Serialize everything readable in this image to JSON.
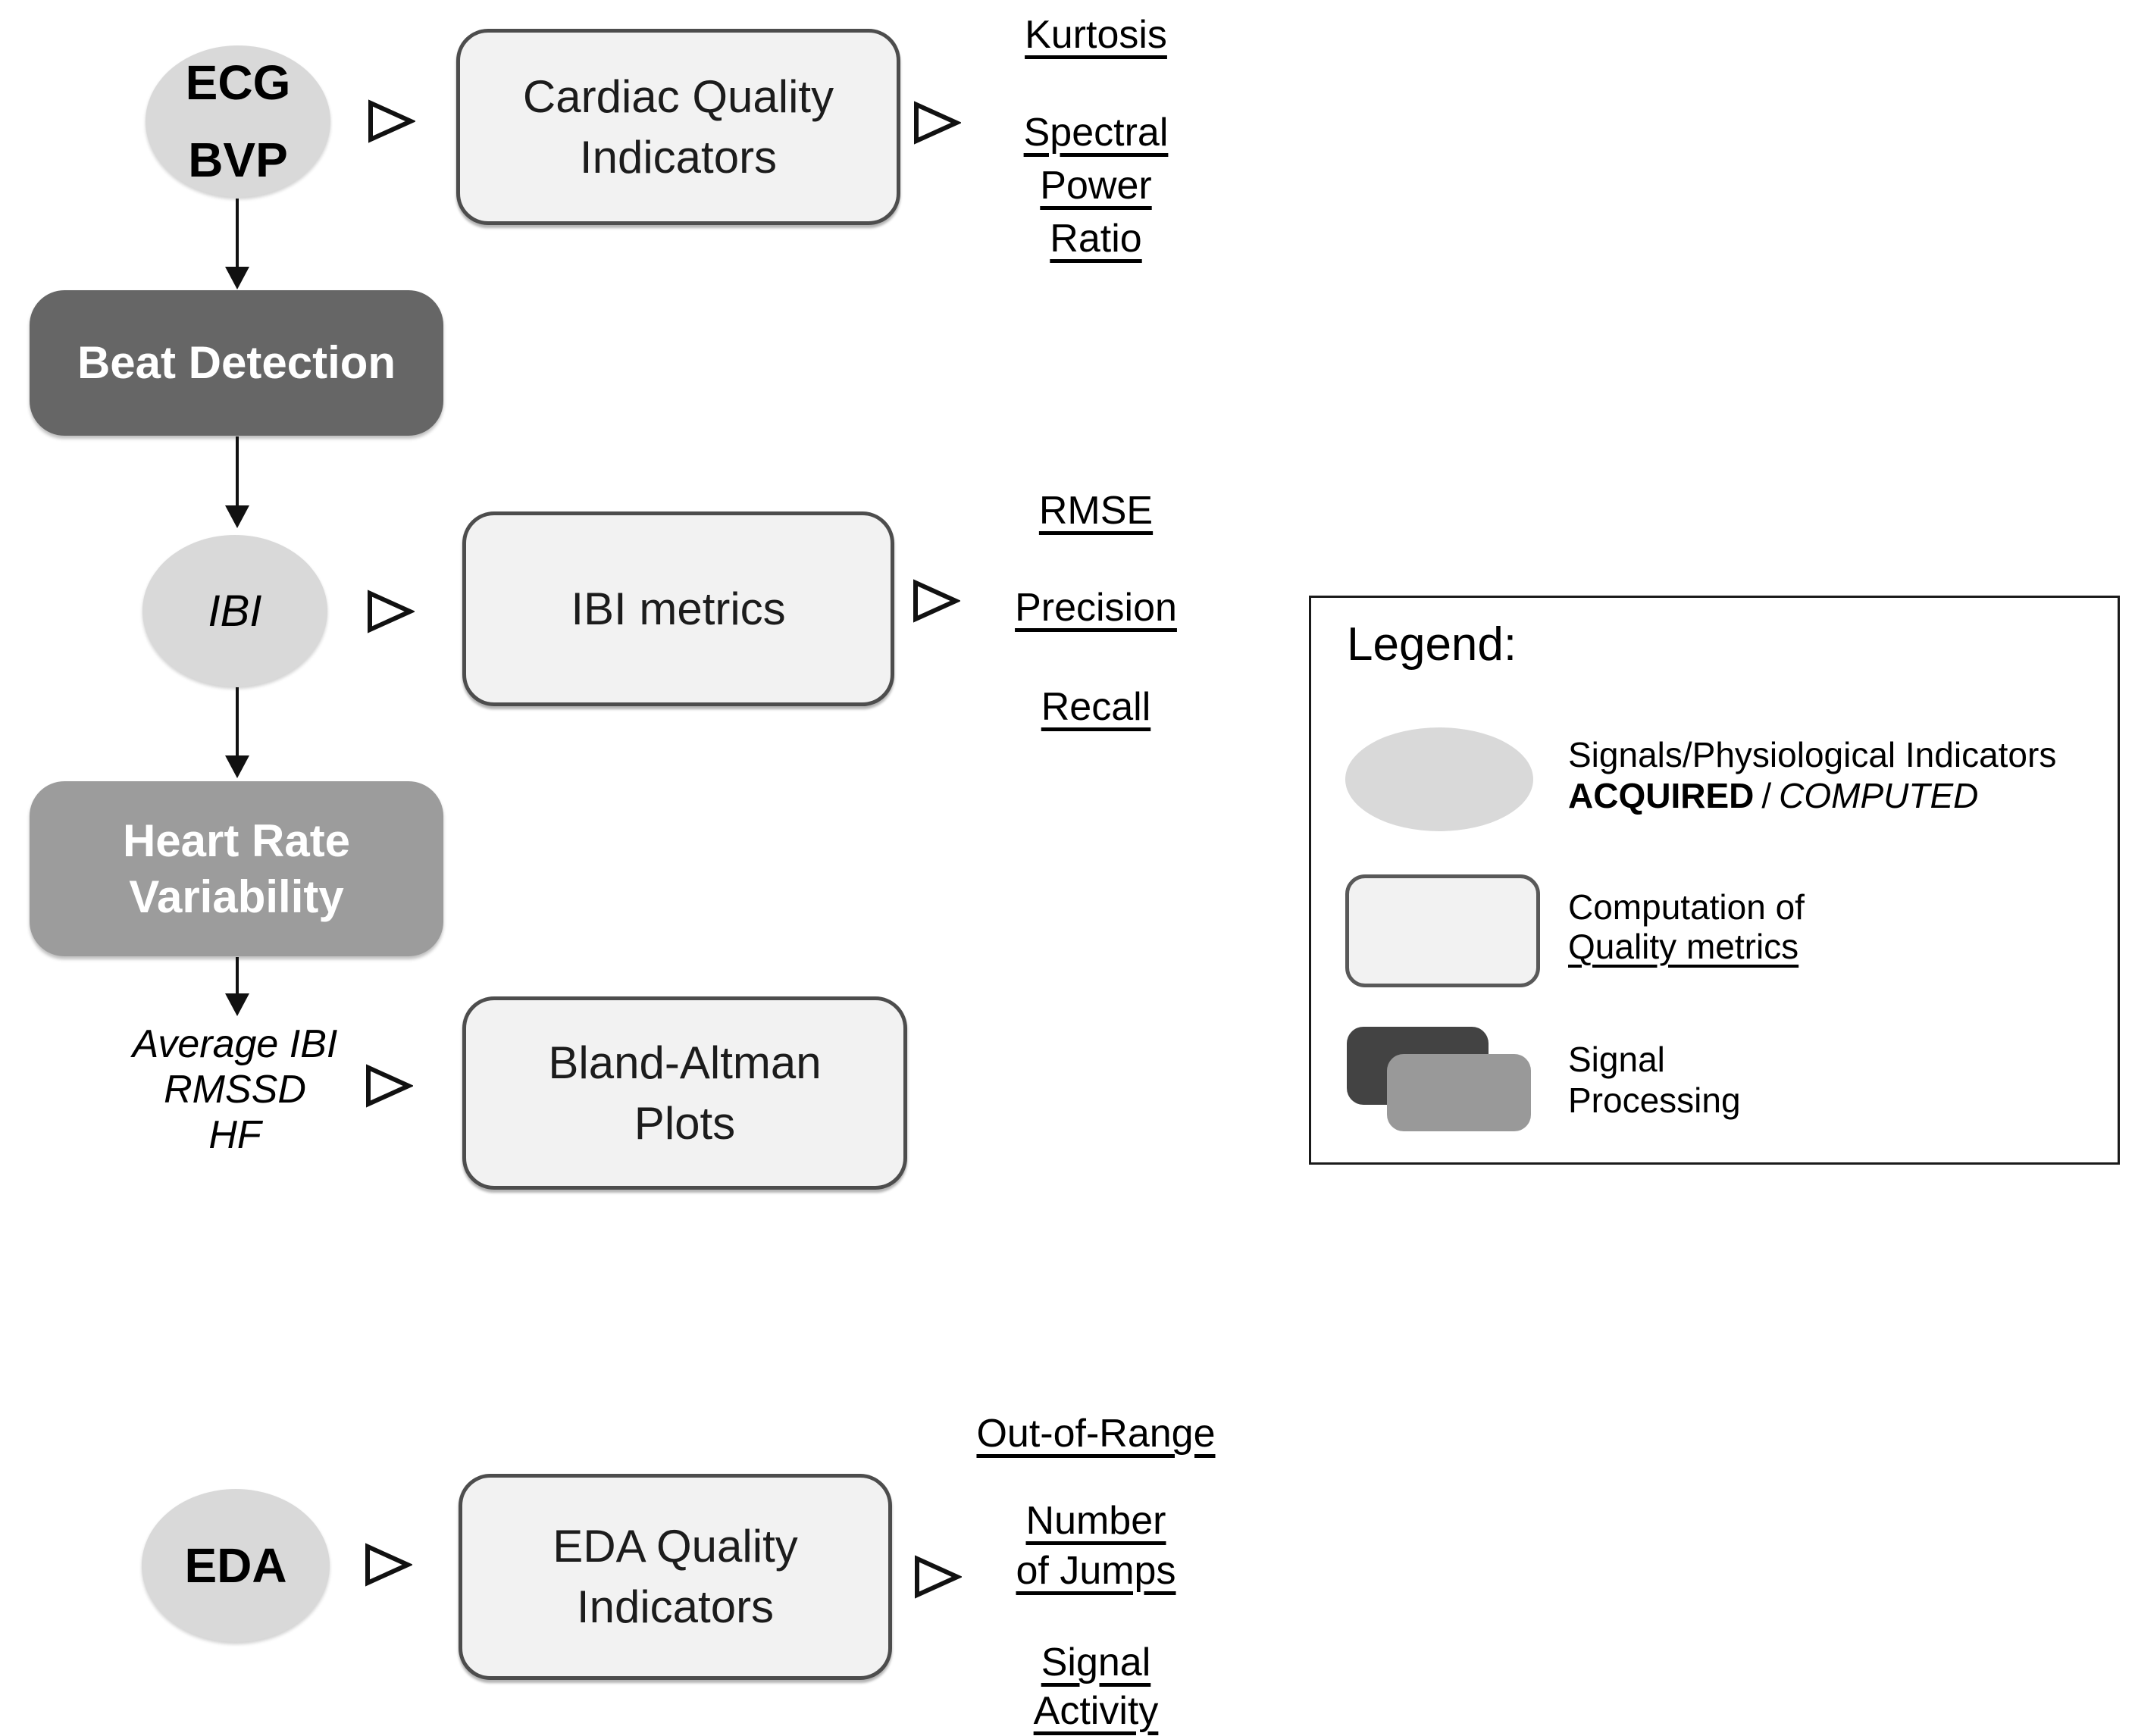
{
  "colors": {
    "signal_ellipse": "#d9d9d9",
    "quality_box_fill": "#f2f2f2",
    "quality_box_border": "#4d4d4d",
    "processing_dark": "#666666",
    "processing_medium": "#9c9c9c",
    "legend_back_rect": "#434343",
    "legend_front_rect": "#999999",
    "arrow": "#111111",
    "text": "#000000"
  },
  "nodes": {
    "ecg_bvp": {
      "line1": "ECG",
      "line2": "BVP"
    },
    "cardiac_quality": {
      "line1": "Cardiac Quality",
      "line2": "Indicators"
    },
    "beat_detection": {
      "label": "Beat Detection"
    },
    "ibi": {
      "label": "IBI"
    },
    "ibi_metrics": {
      "label": "IBI metrics"
    },
    "hrv": {
      "line1": "Heart Rate",
      "line2": "Variability"
    },
    "hrv_features": {
      "line1": "Average IBI",
      "line2": "RMSSD",
      "line3": "HF"
    },
    "bland_altman": {
      "line1": "Bland-Altman",
      "line2": "Plots"
    },
    "eda": {
      "label": "EDA"
    },
    "eda_quality": {
      "line1": "EDA Quality",
      "line2": "Indicators"
    }
  },
  "metrics": {
    "kurtosis": "Kurtosis",
    "spectral1": "Spectral",
    "spectral2": "Power",
    "spectral3": "Ratio",
    "rmse": "RMSE",
    "precision": "Precision",
    "recall": "Recall",
    "out_of_range": "Out-of-Range",
    "jumps1": "Number",
    "jumps2": "of Jumps",
    "activity1": "Signal",
    "activity2": "Activity"
  },
  "legend": {
    "title": "Legend:",
    "item1_line1": "Signals/Physiological Indicators",
    "item1_acquired": "ACQUIRED",
    "item1_separator": "/",
    "item1_computed": "COMPUTED",
    "item2_line1": "Computation of",
    "item2_line2": "Quality metrics",
    "item3_line1": "Signal",
    "item3_line2": "Processing"
  }
}
